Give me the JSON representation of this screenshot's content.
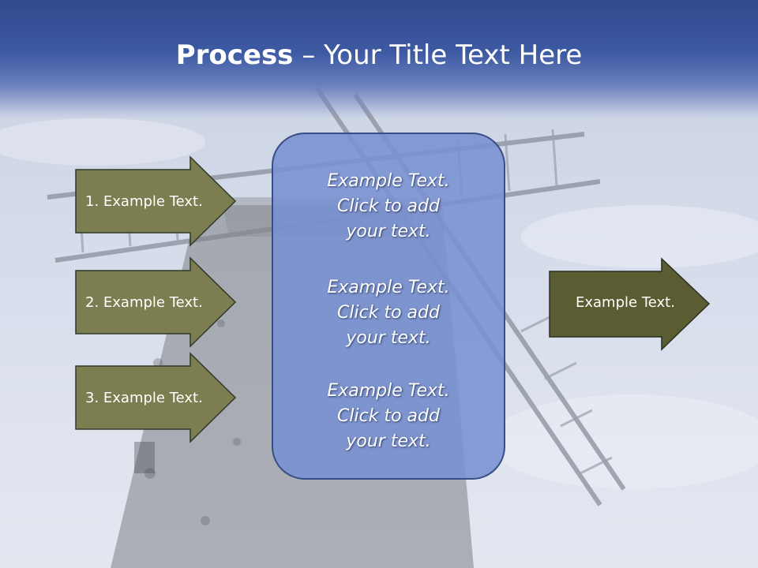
{
  "slide": {
    "title_bold": "Process",
    "title_rest": " – Your Title Text Here"
  },
  "inputs": [
    {
      "label": "1. Example Text."
    },
    {
      "label": "2. Example Text."
    },
    {
      "label": "3. Example Text."
    }
  ],
  "center": {
    "items": [
      {
        "text": "Example Text.\nClick  to add\nyour text."
      },
      {
        "text": "Example Text.\nClick  to add\nyour text."
      },
      {
        "text": "Example Text.\nClick  to add\nyour text."
      }
    ]
  },
  "output": {
    "label": "Example Text."
  },
  "colors": {
    "title_band": "#3e5aa3",
    "input_arrow_fill": "#7d7d52",
    "output_arrow_fill": "#5c5c32",
    "center_box_fill": "#7891d2"
  }
}
